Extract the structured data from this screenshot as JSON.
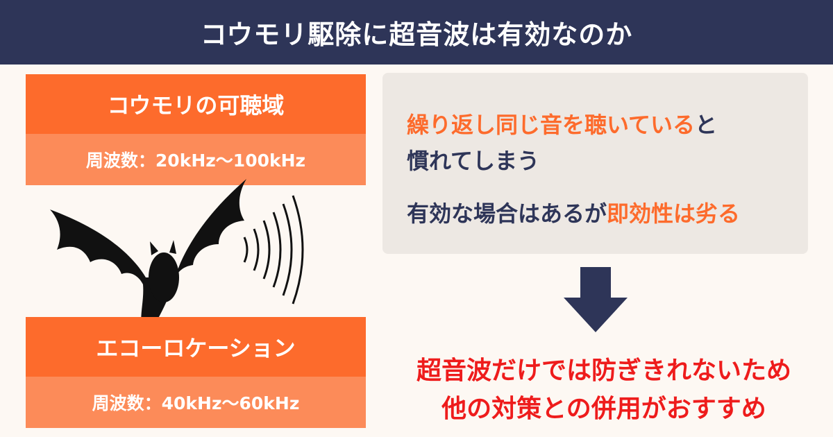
{
  "header": {
    "title": "コウモリ駆除に超音波は有効なのか"
  },
  "bat_hearing": {
    "title": "コウモリの可聴域",
    "frequency": "周波数：20kHz〜100kHz"
  },
  "echolocation": {
    "title": "エコーロケーション",
    "frequency": "周波数：40kHz〜60kHz"
  },
  "info": {
    "line1_accent": "繰り返し同じ音を聴いている",
    "line1_rest": "と",
    "line2": "慣れてしまう",
    "line3_start": "有効な場合はあるが",
    "line3_accent": "即効性は劣る"
  },
  "conclusion": {
    "line1": "超音波だけでは防ぎきれないため",
    "line2": "他の対策との併用がおすすめ"
  },
  "colors": {
    "header_bg": "#2e3558",
    "accent_orange": "#fd6b2c",
    "light_orange": "#fc8b59",
    "conclusion_red": "#ee1c1c",
    "navy_text": "#2e3558"
  },
  "icons": {
    "bat": "bat-silhouette-icon",
    "sound_waves": "sound-waves-icon",
    "arrow": "down-arrow-icon"
  }
}
